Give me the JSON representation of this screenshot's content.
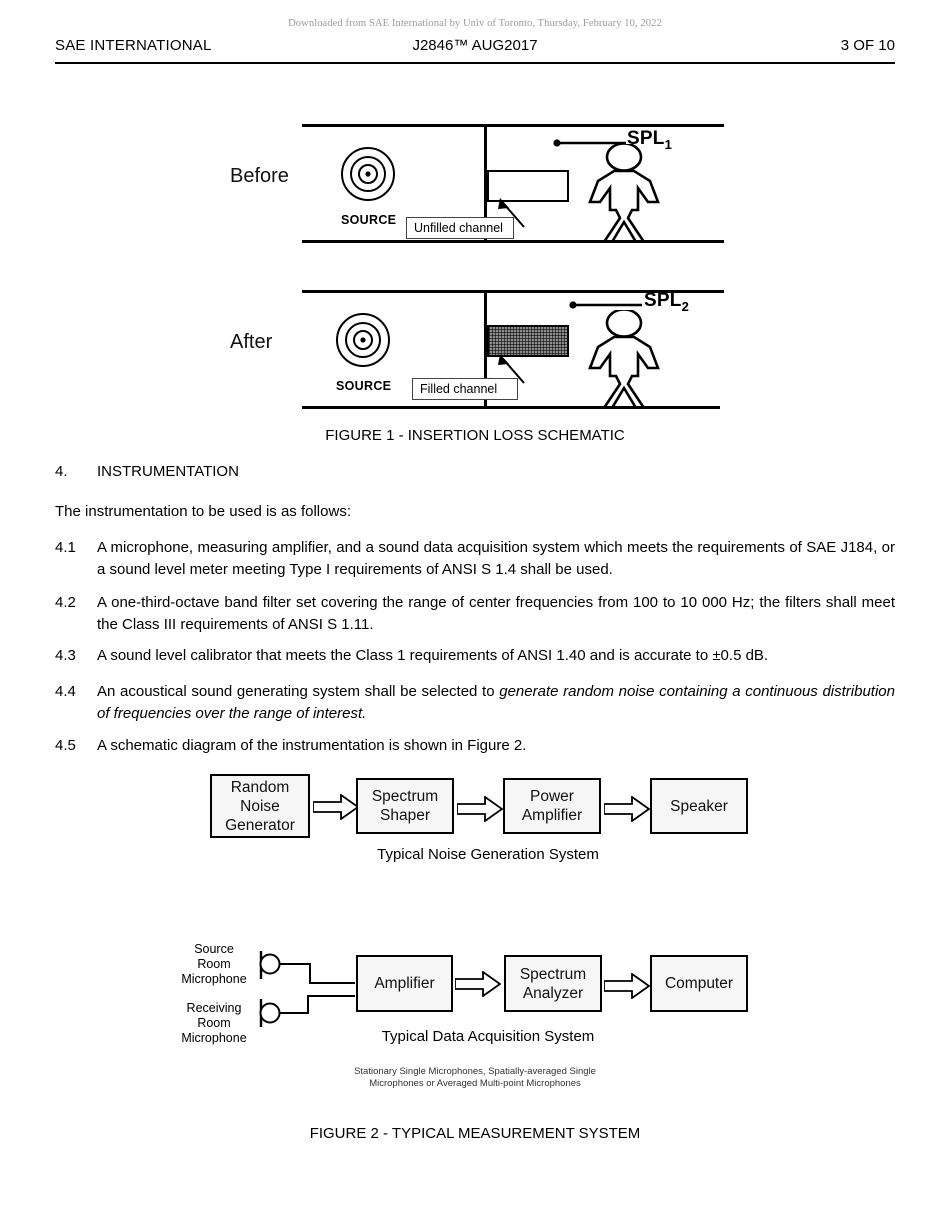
{
  "page": {
    "watermark": "Downloaded from SAE International by Univ of Toronto, Thursday, February 10, 2022",
    "header_left": "SAE INTERNATIONAL",
    "header_center": "J2846™ AUG2017",
    "header_right": "3 OF 10"
  },
  "figure1": {
    "caption": "FIGURE 1 - INSERTION LOSS SCHEMATIC",
    "before": {
      "panel_label": "Before",
      "source_label": "SOURCE",
      "callout": "Unfilled channel",
      "spl": "SPL",
      "spl_sub": "1"
    },
    "after": {
      "panel_label": "After",
      "source_label": "SOURCE",
      "callout": "Filled channel",
      "spl": "SPL",
      "spl_sub": "2"
    }
  },
  "section": {
    "number": "4.",
    "title": "INSTRUMENTATION",
    "intro": "The instrumentation to be used is as follows:",
    "paragraphs": [
      {
        "num": "4.1",
        "text": "A microphone, measuring amplifier, and a sound data acquisition system which meets the requirements of SAE J184, or a sound level meter meeting Type I requirements of ANSI S 1.4 shall be used."
      },
      {
        "num": "4.2",
        "text": "A one-third-octave band filter set covering the range of center frequencies from 100 to 10 000 Hz; the filters shall meet the Class III requirements of ANSI S 1.11."
      },
      {
        "num": "4.3",
        "text": "A sound level calibrator that meets the Class 1 requirements of ANSI 1.40 and is accurate to ±0.5 dB."
      },
      {
        "num": "4.4",
        "text_plain": "An acoustical sound generating system shall be selected to ",
        "text_italic": "generate random noise containing a continuous distribution of frequencies over the range of interest."
      },
      {
        "num": "4.5",
        "text": "A schematic diagram of the instrumentation is shown in Figure 2."
      }
    ]
  },
  "figure2": {
    "caption": "FIGURE 2 - TYPICAL MEASUREMENT SYSTEM",
    "noise_system": {
      "caption": "Typical Noise Generation System",
      "blocks": [
        "Random\nNoise\nGenerator",
        "Spectrum\nShaper",
        "Power\nAmplifier",
        "Speaker"
      ]
    },
    "data_system": {
      "caption": "Typical Data Acquisition System",
      "mic_labels": [
        "Source\nRoom\nMicrophone",
        "Receiving\nRoom\nMicrophone"
      ],
      "blocks": [
        "Amplifier",
        "Spectrum\nAnalyzer",
        "Computer"
      ],
      "footnote_line1": "Stationary Single Microphones, Spatially-averaged Single",
      "footnote_line2": "Microphones or Averaged Multi-point Microphones"
    }
  },
  "colors": {
    "ink": "#000000",
    "block_fill": "#f6f6f6",
    "filled_channel": "#8c8c8c",
    "watermark": "#9a9a9a"
  }
}
